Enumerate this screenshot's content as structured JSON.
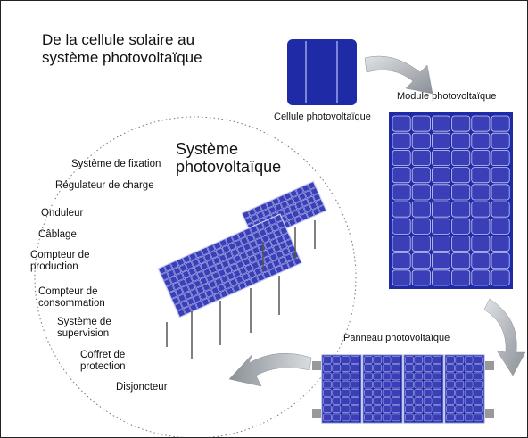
{
  "title": {
    "line1": "De la cellule solaire au",
    "line2": "système photovoltaïque"
  },
  "captions": {
    "cell": "Cellule photovoltaïque",
    "module": "Module photovoltaïque",
    "panel": "Panneau photovoltaïque"
  },
  "system": {
    "title_line1": "Système",
    "title_line2": "photovoltaïque",
    "components": [
      "Système de fixation",
      "Régulateur de charge",
      "Onduleur",
      "Câblage",
      "Compteur de",
      "production",
      "Compteur de",
      "consommation",
      "Système de",
      "supervision",
      "Coffret de",
      "protection",
      "Disjoncteur"
    ]
  },
  "colors": {
    "panel_blue": "#1f2aa6",
    "cell_blue": "#3a3fb8",
    "grid_line": "#c9cdf5",
    "arrow_grey": "#8e9398"
  }
}
